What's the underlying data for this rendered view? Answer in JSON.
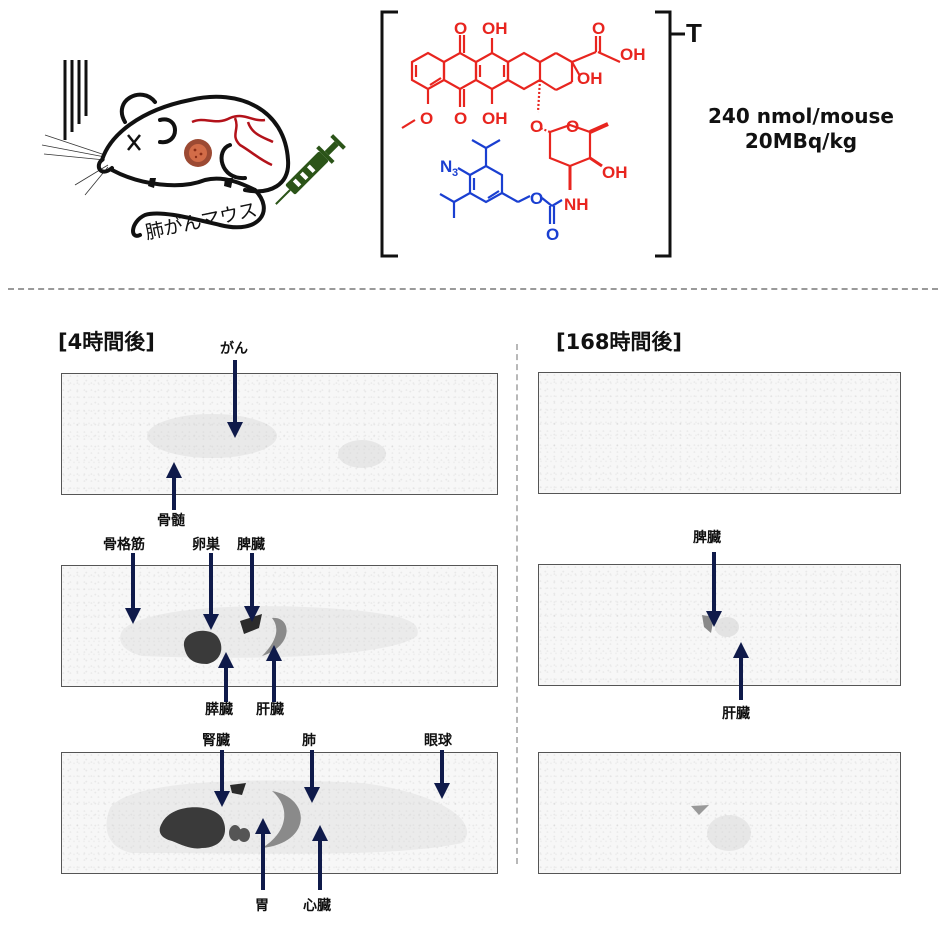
{
  "mouse_illustration": {
    "caption": "肺がんマウス",
    "icons": [
      "mouse-icon",
      "tumor-icon",
      "blood-vessel-icon",
      "syringe-icon"
    ]
  },
  "compound": {
    "labels": {
      "oh_top": "OH",
      "oh_side": "OH",
      "oh_ring": "OH",
      "oh_bottom": "OH",
      "oh_sugar": "OH",
      "ketone_o_top": "O",
      "ketone_o_bottom": "O",
      "ketone_side": "O",
      "methoxy_o": "O",
      "glycoside_o": "O",
      "ring_o": "O",
      "nh": "NH",
      "carbamate_o": "O",
      "carbonyl_o": "O",
      "azide": "N",
      "azide_sub": "3",
      "tritium": "T"
    },
    "colors": {
      "drug": "#e8251f",
      "linker": "#1a3fd1",
      "bracket": "#111111"
    }
  },
  "dose": {
    "line1": "240 nmol/mouse",
    "line2": "20MBq/kg"
  },
  "timepoints": [
    {
      "label": "[4時間後]",
      "panels": [
        {
          "labels_top": [
            "がん"
          ],
          "labels_bottom": [
            "骨髄"
          ]
        },
        {
          "labels_top": [
            "骨格筋",
            "卵巣",
            "脾臓"
          ],
          "labels_bottom": [
            "膵臓",
            "肝臓"
          ]
        },
        {
          "labels_top": [
            "腎臓",
            "肺",
            "眼球"
          ],
          "labels_bottom": [
            "胃",
            "心臓"
          ]
        }
      ]
    },
    {
      "label": "[168時間後]",
      "panels": [
        {
          "labels_top": [],
          "labels_bottom": []
        },
        {
          "labels_top": [
            "脾臓"
          ],
          "labels_bottom": [
            "肝臓"
          ]
        },
        {
          "labels_top": [],
          "labels_bottom": []
        }
      ]
    }
  ],
  "colors": {
    "arrow": "#0f1a4a",
    "panel_border": "#555555",
    "tumor": "#b5533a"
  }
}
